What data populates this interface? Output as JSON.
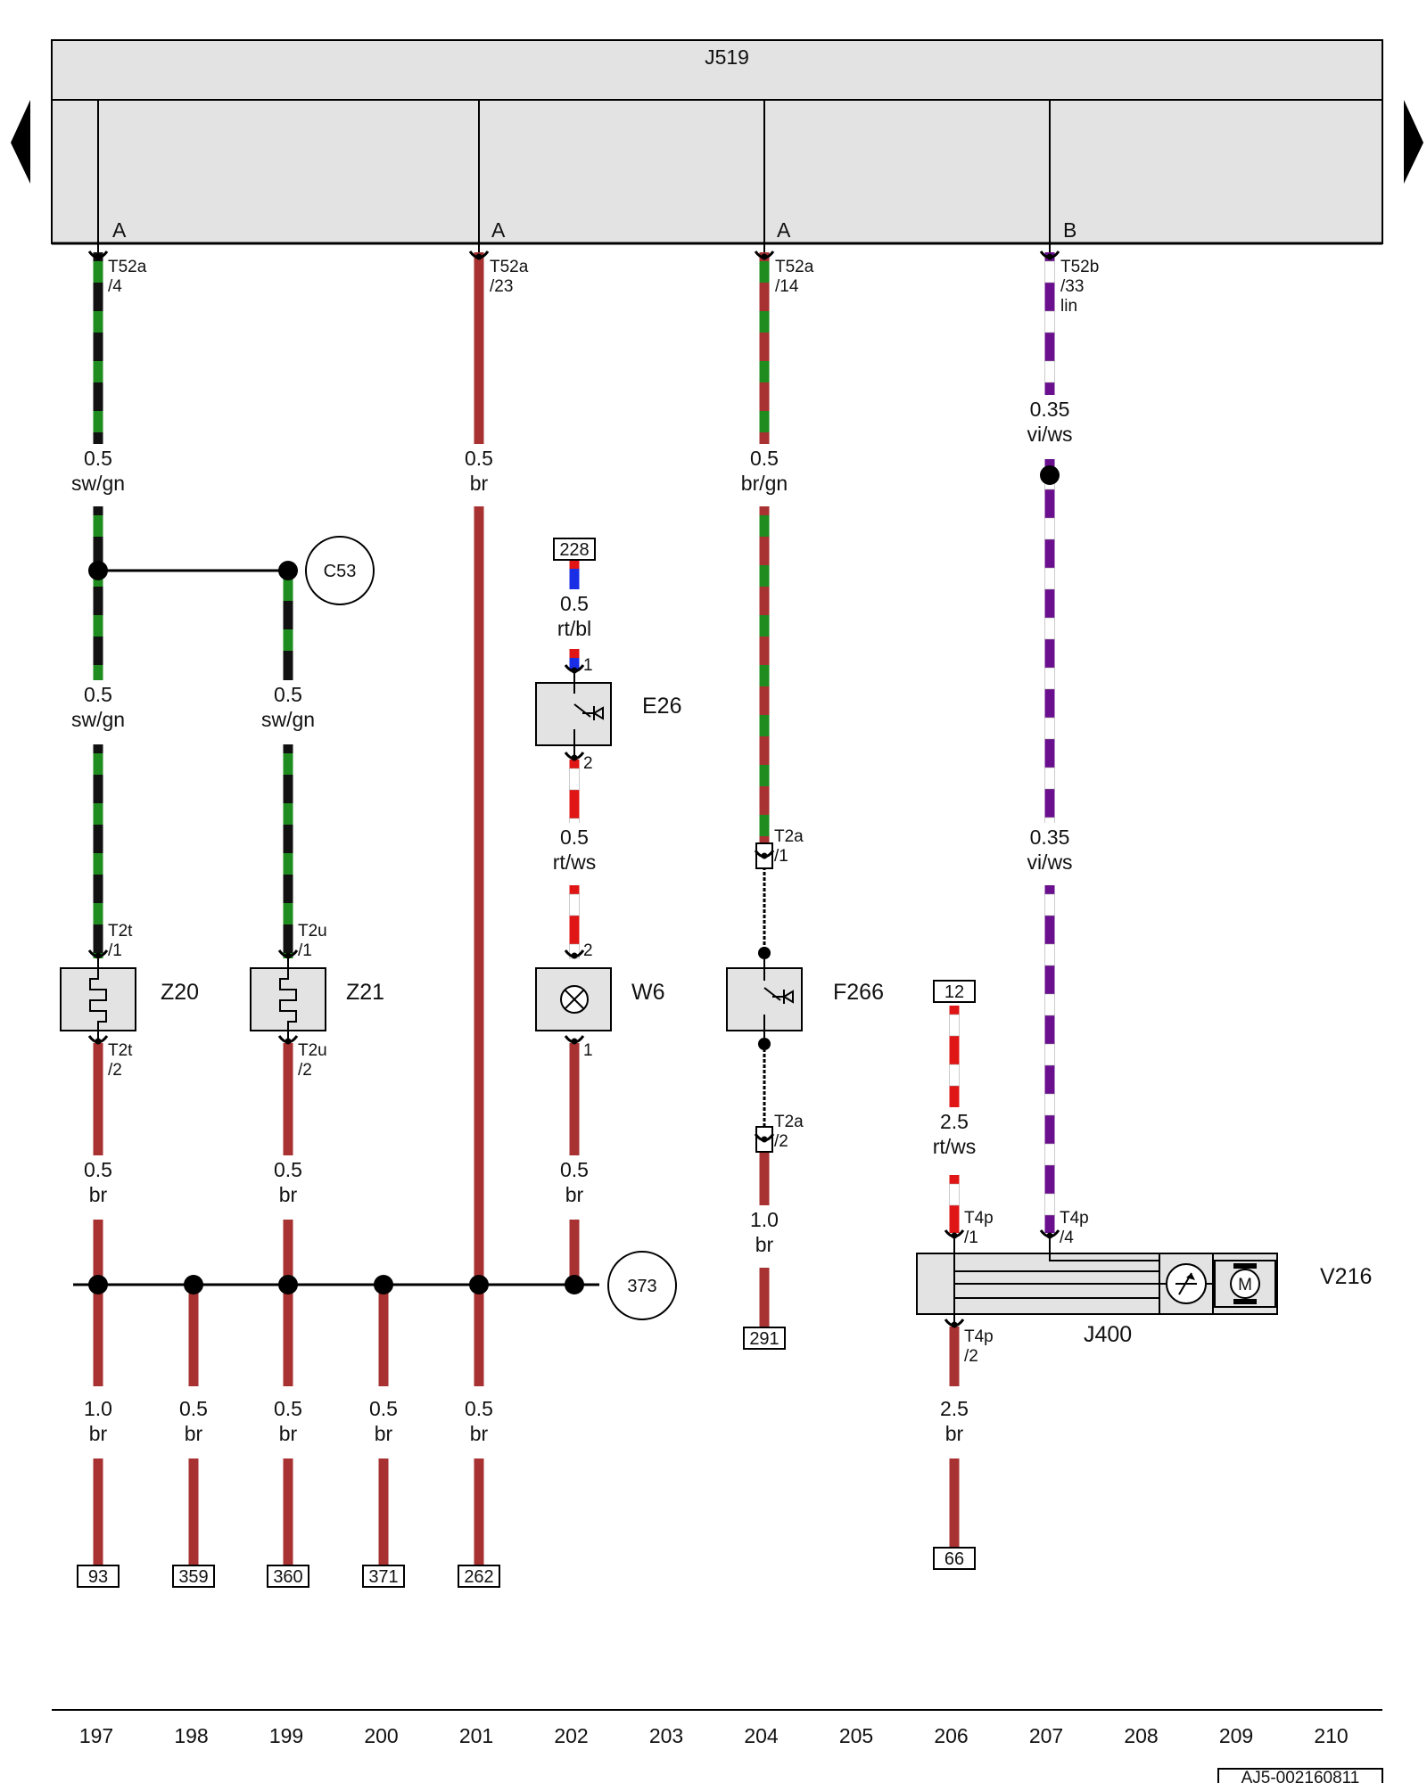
{
  "diagram": {
    "control_unit": "J519",
    "doc_id": "AJ5-002160811",
    "columns": [
      "197",
      "198",
      "199",
      "200",
      "201",
      "202",
      "203",
      "204",
      "205",
      "206",
      "207",
      "208",
      "209",
      "210"
    ],
    "connector_groups": {
      "a": "A",
      "b": "B"
    },
    "pins": {
      "c1_top": [
        "T52a",
        "/4"
      ],
      "c5_top": [
        "T52a",
        "/23"
      ],
      "c8_top": [
        "T52a",
        "/14"
      ],
      "c11_top": [
        "T52b",
        "/33",
        "lin"
      ],
      "z20_top": [
        "T2t",
        "/1"
      ],
      "z20_bot": [
        "T2t",
        "/2"
      ],
      "z21_top": [
        "T2u",
        "/1"
      ],
      "z21_bot": [
        "T2u",
        "/2"
      ],
      "e26_top": "1",
      "e26_bot": "2",
      "w6_top": "2",
      "w6_bot": "1",
      "f266_top": [
        "T2a",
        "/1"
      ],
      "f266_bot": [
        "T2a",
        "/2"
      ],
      "v216_in1": [
        "T4p",
        "/1"
      ],
      "v216_in4": [
        "T4p",
        "/4"
      ],
      "v216_out": [
        "T4p",
        "/2"
      ]
    },
    "wires": {
      "c1_a": [
        "0.5",
        "sw/gn"
      ],
      "c5_a": [
        "0.5",
        "br"
      ],
      "c8_a": [
        "0.5",
        "br/gn"
      ],
      "c11_a": [
        "0.35",
        "vi/ws"
      ],
      "c1_b": [
        "0.5",
        "sw/gn"
      ],
      "c3_b": [
        "0.5",
        "sw/gn"
      ],
      "e26_in": [
        "0.5",
        "rt/bl"
      ],
      "e26_out": [
        "0.5",
        "rt/ws"
      ],
      "c11_b": [
        "0.35",
        "vi/ws"
      ],
      "c1_c": [
        "0.5",
        "br"
      ],
      "c3_c": [
        "0.5",
        "br"
      ],
      "w6_out": [
        "0.5",
        "br"
      ],
      "c8_c": [
        "1.0",
        "br"
      ],
      "v216_in": [
        "2.5",
        "rt/ws"
      ],
      "g1": [
        "1.0",
        "br"
      ],
      "g2": [
        "0.5",
        "br"
      ],
      "g3": [
        "0.5",
        "br"
      ],
      "g4": [
        "0.5",
        "br"
      ],
      "g5": [
        "0.5",
        "br"
      ],
      "v216_gnd": [
        "2.5",
        "br"
      ]
    },
    "components": {
      "z20": "Z20",
      "z21": "Z21",
      "e26": "E26",
      "w6": "W6",
      "f266": "F266",
      "v216": "V216",
      "j400": "J400",
      "motor_symbol": "M"
    },
    "points": {
      "c53": "C53",
      "g373": "373"
    },
    "refs": {
      "e26_src": "228",
      "v216_src": "12",
      "f266_dst": "291",
      "g1": "93",
      "g2": "359",
      "g3": "360",
      "g4": "371",
      "g5": "262",
      "v216_dst": "66"
    },
    "colors": {
      "sw": "#111111",
      "gn": "#1e8c1e",
      "br": "#a83232",
      "rt": "#e01616",
      "bl": "#1a2ee6",
      "vi": "#6a0f8e",
      "ws": "#ffffff",
      "panel": "#e3e3e3"
    }
  }
}
